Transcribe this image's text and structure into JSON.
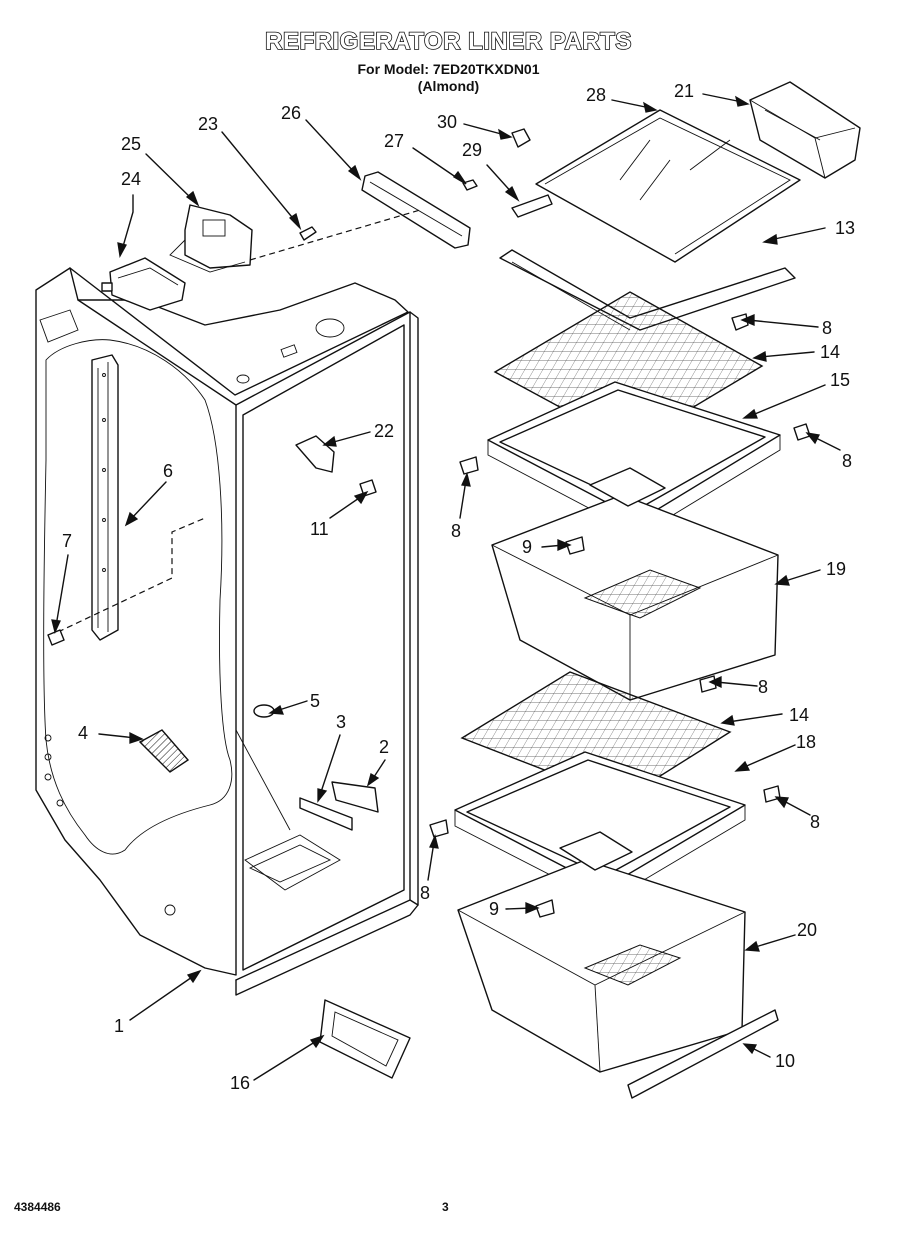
{
  "header": {
    "title": "REFRIGERATOR LINER PARTS",
    "model_line": "For Model: 7ED20TKXDN01",
    "color_line": "(Almond)"
  },
  "callouts": [
    {
      "id": "c28",
      "label": "28"
    },
    {
      "id": "c21",
      "label": "21"
    },
    {
      "id": "c30",
      "label": "30"
    },
    {
      "id": "c29",
      "label": "29"
    },
    {
      "id": "c26",
      "label": "26"
    },
    {
      "id": "c27",
      "label": "27"
    },
    {
      "id": "c23",
      "label": "23"
    },
    {
      "id": "c25",
      "label": "25"
    },
    {
      "id": "c24",
      "label": "24"
    },
    {
      "id": "c13",
      "label": "13"
    },
    {
      "id": "c8a",
      "label": "8"
    },
    {
      "id": "c14a",
      "label": "14"
    },
    {
      "id": "c15",
      "label": "15"
    },
    {
      "id": "c8b",
      "label": "8"
    },
    {
      "id": "c22",
      "label": "22"
    },
    {
      "id": "c6",
      "label": "6"
    },
    {
      "id": "c11",
      "label": "11"
    },
    {
      "id": "c8c",
      "label": "8"
    },
    {
      "id": "c7",
      "label": "7"
    },
    {
      "id": "c9a",
      "label": "9"
    },
    {
      "id": "c19",
      "label": "19"
    },
    {
      "id": "c5",
      "label": "5"
    },
    {
      "id": "c8d",
      "label": "8"
    },
    {
      "id": "c14b",
      "label": "14"
    },
    {
      "id": "c4",
      "label": "4"
    },
    {
      "id": "c3",
      "label": "3"
    },
    {
      "id": "c2",
      "label": "2"
    },
    {
      "id": "c18",
      "label": "18"
    },
    {
      "id": "c8e",
      "label": "8"
    },
    {
      "id": "c8f",
      "label": "8"
    },
    {
      "id": "c9b",
      "label": "9"
    },
    {
      "id": "c20",
      "label": "20"
    },
    {
      "id": "c1",
      "label": "1"
    },
    {
      "id": "c10",
      "label": "10"
    },
    {
      "id": "c16",
      "label": "16"
    }
  ],
  "footer": {
    "doc_number": "4384486",
    "page_number": "3"
  }
}
